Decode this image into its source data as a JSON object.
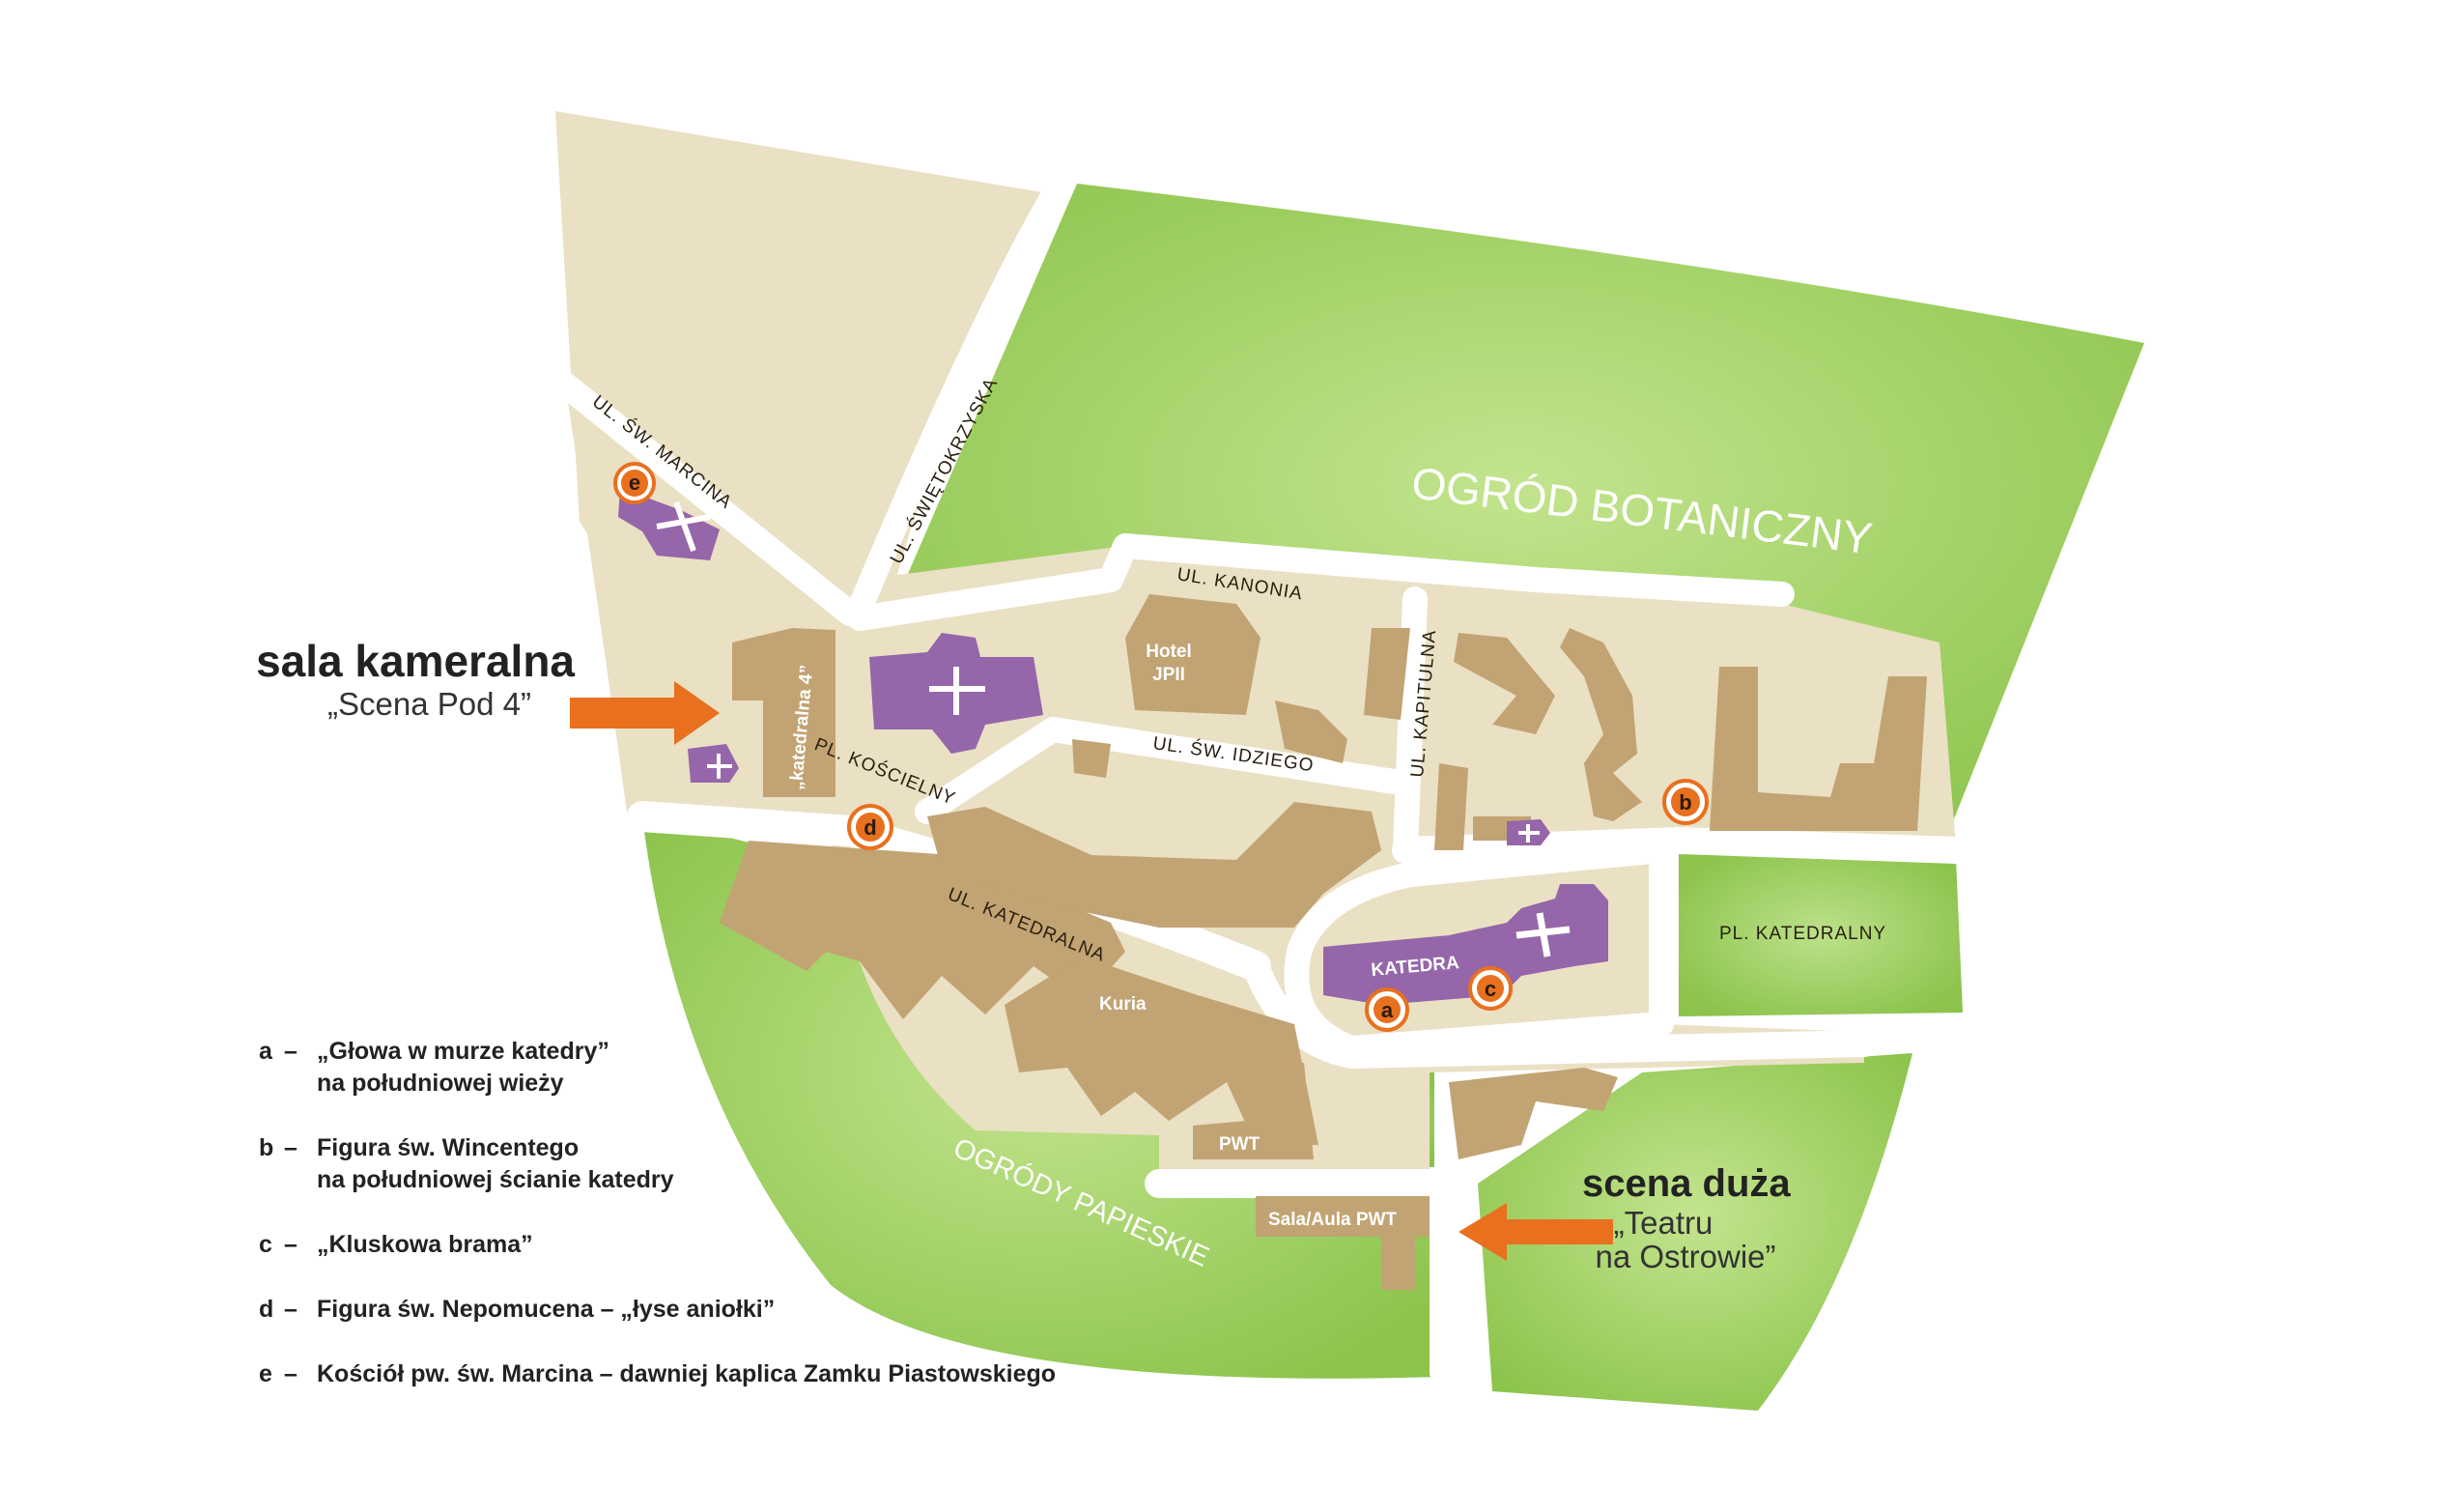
{
  "colors": {
    "land": "#eae0c4",
    "road": "#ffffff",
    "building": "#c2a373",
    "church": "#9566a9",
    "park": "#9acd5c",
    "park_light": "#b9df7f",
    "marker": "#e8701e",
    "arrow": "#e8701e"
  },
  "parks": {
    "botanical": "OGRÓD BOTANICZNY",
    "papal": "OGRÓDY PAPIESKIE",
    "cathedral_square": "PL. KATEDRALNY"
  },
  "streets": {
    "marcina": "UL. ŚW. MARCINA",
    "swietokrzyska": "UL. ŚWIĘTOKRZYSKA",
    "kanonia": "UL. KANONIA",
    "idziego": "UL. ŚW. IDZIEGO",
    "kapitulna": "UL. KAPITULNA",
    "koscielny": "PL. KOŚCIELNY",
    "katedralna": "UL. KATEDRALNA"
  },
  "buildings": {
    "katedralna4": "„katedralna 4”",
    "hotel": [
      "Hotel",
      "JPII"
    ],
    "katedra": "KATEDRA",
    "kuria": "Kuria",
    "pwt": "PWT",
    "sala_aula": "Sala/Aula PWT"
  },
  "markers": [
    "a",
    "b",
    "c",
    "d",
    "e"
  ],
  "venues": {
    "kameralna": {
      "title": "sala kameralna",
      "subtitle": "„Scena Pod 4”"
    },
    "duza": {
      "title": "scena duża",
      "subtitle": [
        "„Teatru",
        "na Ostrowie”"
      ]
    }
  },
  "legend": [
    {
      "letter": "a",
      "text": "„Głowa w murze katedry”\nna południowej wieży"
    },
    {
      "letter": "b",
      "text": "Figura św. Wincentego\nna południowej ścianie katedry"
    },
    {
      "letter": "c",
      "text": "„Kluskowa brama”"
    },
    {
      "letter": "d",
      "text": "Figura św. Nepomucena – „łyse aniołki”"
    },
    {
      "letter": "e",
      "text": "Kościół pw. św. Marcina – dawniej kaplica Zamku Piastowskiego"
    }
  ]
}
